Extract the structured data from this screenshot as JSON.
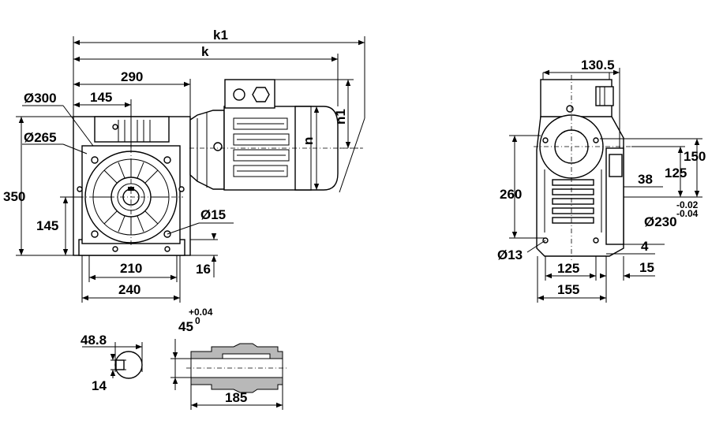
{
  "dimensions": {
    "k1": "k1",
    "k": "k",
    "d290": "290",
    "d145_top": "145",
    "d300": "Ø300",
    "d265": "Ø265",
    "d350": "350",
    "d145_left": "145",
    "d15": "Ø15",
    "n": "n",
    "n1": "n1",
    "d210": "210",
    "d240": "240",
    "d16": "16",
    "d130_5": "130.5",
    "d150": "150",
    "d125_right": "125",
    "d38": "38",
    "d260": "260",
    "tol_neg1": "-0.02",
    "tol_neg2": "-0.04",
    "d230": "Ø230",
    "d4": "4",
    "d13": "Ø13",
    "d125_bottom": "125",
    "d15_bottom": "15",
    "d155": "155",
    "d48_8": "48.8",
    "d14": "14",
    "d45": "45",
    "tol_pos": "+0.04",
    "tol_zero": "0",
    "d185": "185"
  }
}
